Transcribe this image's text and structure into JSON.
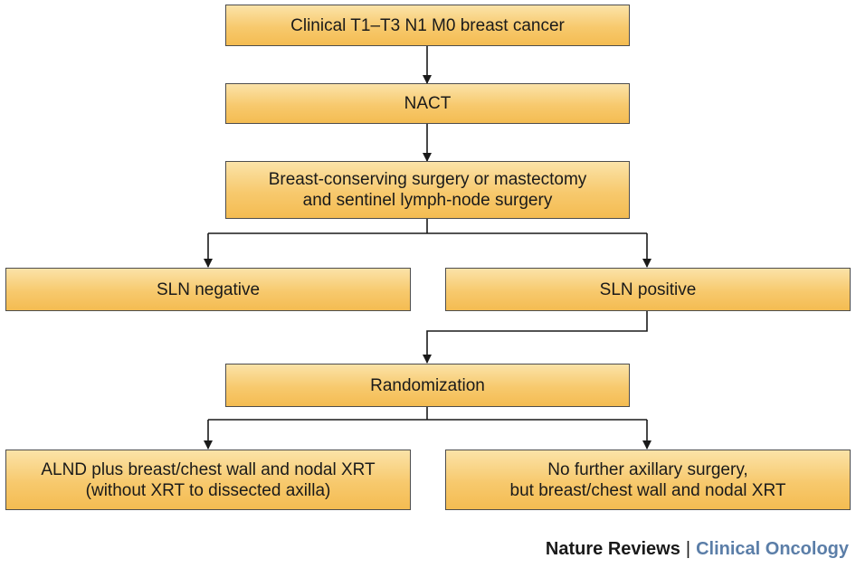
{
  "nodes": {
    "clinical": {
      "lines": [
        "Clinical T1–T3 N1 M0 breast cancer"
      ]
    },
    "nact": {
      "lines": [
        "NACT"
      ]
    },
    "surgery": {
      "lines": [
        "Breast-conserving surgery or mastectomy",
        "and sentinel lymph-node surgery"
      ]
    },
    "sln_negative": {
      "lines": [
        "SLN negative"
      ]
    },
    "sln_positive": {
      "lines": [
        "SLN positive"
      ]
    },
    "randomization": {
      "lines": [
        "Randomization"
      ]
    },
    "alnd": {
      "lines": [
        "ALND plus breast/chest wall and nodal XRT",
        "(without XRT to dissected axilla)"
      ]
    },
    "no_further": {
      "lines": [
        "No further axillary surgery,",
        "but breast/chest wall and nodal XRT"
      ]
    }
  },
  "edges": [
    {
      "from": "clinical",
      "to": "nact"
    },
    {
      "from": "nact",
      "to": "surgery"
    },
    {
      "from": "surgery",
      "to": "sln_negative"
    },
    {
      "from": "surgery",
      "to": "sln_positive"
    },
    {
      "from": "sln_positive",
      "to": "randomization"
    },
    {
      "from": "randomization",
      "to": "alnd"
    },
    {
      "from": "randomization",
      "to": "no_further"
    }
  ],
  "footer": {
    "journal": "Nature Reviews",
    "separator": "|",
    "section": "Clinical Oncology"
  },
  "colors": {
    "box_fill_top": "#fbe3a8",
    "box_fill_bottom": "#f4bc52",
    "box_border": "#4d4d4d",
    "connector": "#1a1a1a",
    "footer_section": "#5b7ea8"
  }
}
